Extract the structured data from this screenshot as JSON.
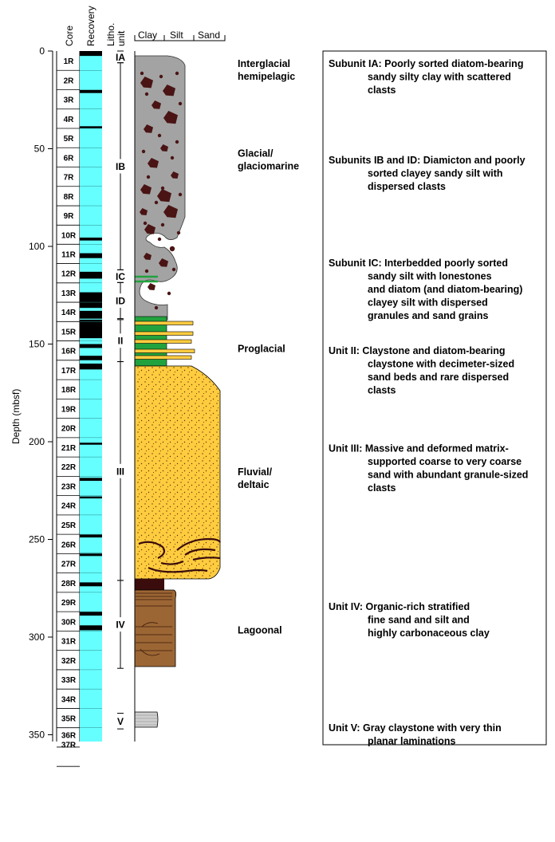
{
  "headers": {
    "core": "Core",
    "recovery": "Recovery",
    "litho_line1": "Litho.",
    "litho_line2": "unit",
    "clay": "Clay",
    "silt": "Silt",
    "sand": "Sand"
  },
  "depth_axis": {
    "label": "Depth (mbsf)",
    "min": 0,
    "max": 350,
    "ticks": [
      0,
      50,
      100,
      150,
      200,
      250,
      300,
      350
    ]
  },
  "cores": [
    {
      "name": "1R",
      "top": 0.0,
      "bottom": 9.9
    },
    {
      "name": "2R",
      "top": 9.9,
      "bottom": 19.8
    },
    {
      "name": "3R",
      "top": 19.8,
      "bottom": 29.7
    },
    {
      "name": "4R",
      "top": 29.7,
      "bottom": 39.6
    },
    {
      "name": "5R",
      "top": 39.6,
      "bottom": 49.5
    },
    {
      "name": "6R",
      "top": 49.5,
      "bottom": 59.4
    },
    {
      "name": "7R",
      "top": 59.4,
      "bottom": 69.3
    },
    {
      "name": "8R",
      "top": 69.3,
      "bottom": 79.2
    },
    {
      "name": "9R",
      "top": 79.2,
      "bottom": 89.1
    },
    {
      "name": "10R",
      "top": 89.1,
      "bottom": 98.9
    },
    {
      "name": "11R",
      "top": 98.9,
      "bottom": 108.8
    },
    {
      "name": "12R",
      "top": 108.8,
      "bottom": 118.7
    },
    {
      "name": "13R",
      "top": 118.7,
      "bottom": 128.6
    },
    {
      "name": "14R",
      "top": 128.6,
      "bottom": 138.5
    },
    {
      "name": "15R",
      "top": 138.5,
      "bottom": 148.4
    },
    {
      "name": "16R",
      "top": 148.4,
      "bottom": 158.3
    },
    {
      "name": "17R",
      "top": 158.3,
      "bottom": 168.2
    },
    {
      "name": "18R",
      "top": 168.2,
      "bottom": 178.1
    },
    {
      "name": "19R",
      "top": 178.1,
      "bottom": 188.0
    },
    {
      "name": "20R",
      "top": 188.0,
      "bottom": 197.9
    },
    {
      "name": "21R",
      "top": 197.9,
      "bottom": 207.8
    },
    {
      "name": "22R",
      "top": 207.8,
      "bottom": 217.7
    },
    {
      "name": "23R",
      "top": 217.7,
      "bottom": 227.6
    },
    {
      "name": "24R",
      "top": 227.6,
      "bottom": 237.5
    },
    {
      "name": "25R",
      "top": 237.5,
      "bottom": 247.4
    },
    {
      "name": "26R",
      "top": 247.4,
      "bottom": 257.3
    },
    {
      "name": "27R",
      "top": 257.3,
      "bottom": 267.2
    },
    {
      "name": "28R",
      "top": 267.2,
      "bottom": 277.1
    },
    {
      "name": "29R",
      "top": 277.1,
      "bottom": 287.0
    },
    {
      "name": "30R",
      "top": 287.0,
      "bottom": 296.9
    },
    {
      "name": "31R",
      "top": 296.9,
      "bottom": 306.8
    },
    {
      "name": "32R",
      "top": 306.8,
      "bottom": 316.7
    },
    {
      "name": "33R",
      "top": 316.7,
      "bottom": 326.6
    },
    {
      "name": "34R",
      "top": 326.6,
      "bottom": 336.5
    },
    {
      "name": "35R",
      "top": 336.5,
      "bottom": 346.4
    },
    {
      "name": "36R",
      "top": 346.4,
      "bottom": 356.3
    },
    {
      "name": "37R",
      "top": 356.3,
      "bottom": 366.2
    }
  ],
  "recovery_gaps": [
    [
      0.0,
      2.5
    ],
    [
      20.0,
      21.5
    ],
    [
      38.5,
      39.6
    ],
    [
      95.5,
      97.0
    ],
    [
      103.5,
      106.0
    ],
    [
      113.0,
      116.5
    ],
    [
      123.5,
      131.5
    ],
    [
      133.0,
      137.0
    ],
    [
      137.5,
      147.0
    ],
    [
      150.0,
      152.0
    ],
    [
      156.0,
      158.3
    ],
    [
      160.0,
      163.0
    ],
    [
      200.5,
      201.5
    ],
    [
      218.5,
      220.0
    ],
    [
      228.0,
      229.0
    ],
    [
      247.5,
      249.0
    ],
    [
      257.0,
      258.5
    ],
    [
      272.0,
      274.0
    ],
    [
      287.0,
      289.0
    ],
    [
      294.0,
      296.5
    ]
  ],
  "lithologic_units": [
    {
      "label": "IA",
      "top": 0.0,
      "bottom": 6.0
    },
    {
      "label": "IB",
      "top": 6.0,
      "bottom": 112.0
    },
    {
      "label": "IC",
      "top": 112.0,
      "bottom": 118.5
    },
    {
      "label": "ID",
      "top": 118.5,
      "bottom": 137.0
    },
    {
      "label": "II",
      "top": 137.5,
      "bottom": 159.0
    },
    {
      "label": "III",
      "top": 159.0,
      "bottom": 271.0
    },
    {
      "label": "IV",
      "top": 271.0,
      "bottom": 316.0
    },
    {
      "label": "V",
      "top": 339.0,
      "bottom": 347.0
    }
  ],
  "environments": [
    {
      "lines": [
        "Interglacial",
        "hemipelagic"
      ],
      "depth": 2.0
    },
    {
      "lines": [
        "Glacial/",
        "glaciomarine"
      ],
      "depth": 48.0
    },
    {
      "lines": [
        "Proglacial"
      ],
      "depth": 148.0
    },
    {
      "lines": [
        "Fluvial/",
        "deltaic"
      ],
      "depth": 211.0
    },
    {
      "lines": [
        "Lagoonal"
      ],
      "depth": 292.0
    }
  ],
  "descriptions": [
    {
      "lines": [
        "Subunit IA: Poorly sorted diatom-bearing",
        "sandy silty clay with scattered",
        "clasts"
      ],
      "depth": 2.0
    },
    {
      "lines": [
        "Subunits IB and ID: Diamicton and poorly",
        "sorted clayey sandy silt with",
        "dispersed clasts"
      ],
      "depth": 51.5
    },
    {
      "lines": [
        "Subunit IC: Interbedded poorly sorted",
        "sandy silt with lonestones",
        "and diatom (and diatom-bearing)",
        "clayey silt with dispersed",
        "granules and sand grains"
      ],
      "depth": 104.0
    },
    {
      "lines": [
        "Unit II: Claystone and diatom-bearing",
        "claystone with decimeter-sized",
        "sand beds and rare dispersed",
        "clasts"
      ],
      "depth": 149.0
    },
    {
      "lines": [
        "Unit III: Massive and deformed matrix-",
        "supported coarse to very coarse",
        "sand with abundant granule-sized",
        "clasts"
      ],
      "depth": 199.0
    },
    {
      "lines": [
        "Unit IV: Organic-rich stratified",
        "fine sand and silt and",
        "highly carbonaceous clay"
      ],
      "depth": 280.0
    },
    {
      "lines": [
        "Unit V: Gray claystone with very thin",
        "planar laminations"
      ],
      "depth": 342.0
    }
  ],
  "colors": {
    "recovery": "#66ffff",
    "gap": "#000000",
    "diamicton": "#a3a3a3",
    "clast": "#4a1414",
    "interbed_green": "#22a23e",
    "sand": "#ffcc3f",
    "sand_dots": "#5a3a0a",
    "lagoonal": "#9c6634",
    "dark_organic": "#3a0c0c",
    "unit_v_gray": "#cfcfcf"
  }
}
